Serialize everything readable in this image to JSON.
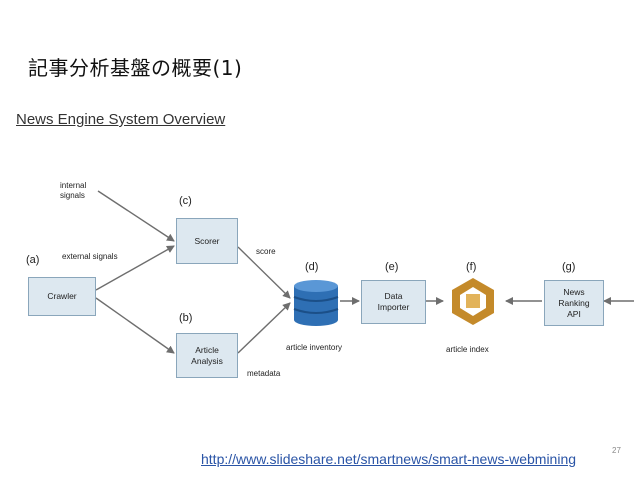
{
  "slide": {
    "title": "記事分析基盤の概要(1)",
    "page_number": "27",
    "source_url": "http://www.slideshare.net/smartnews/smart-news-webmining"
  },
  "diagram": {
    "title": "News Engine System Overview",
    "nodes": {
      "crawler": {
        "letter": "(a)",
        "label": "Crawler"
      },
      "article_analysis": {
        "letter": "(b)",
        "label": "Article\nAnalysis"
      },
      "scorer": {
        "letter": "(c)",
        "label": "Scorer"
      },
      "article_inventory": {
        "letter": "(d)",
        "label": "article inventory"
      },
      "data_importer": {
        "letter": "(e)",
        "label": "Data\nImporter"
      },
      "article_index": {
        "letter": "(f)",
        "label": "article index"
      },
      "ranking_api": {
        "letter": "(g)",
        "label": "News\nRanking\nAPI"
      }
    },
    "edge_labels": {
      "internal": "internal\nsignals",
      "external": "external signals",
      "score": "score",
      "metadata": "metadata"
    },
    "colors": {
      "box_fill": "#dde8f0",
      "box_border": "#8aa6bb",
      "arrow": "#6e6e6e",
      "database": "#2e6fb4",
      "index_icon": "#c48a2a"
    }
  }
}
